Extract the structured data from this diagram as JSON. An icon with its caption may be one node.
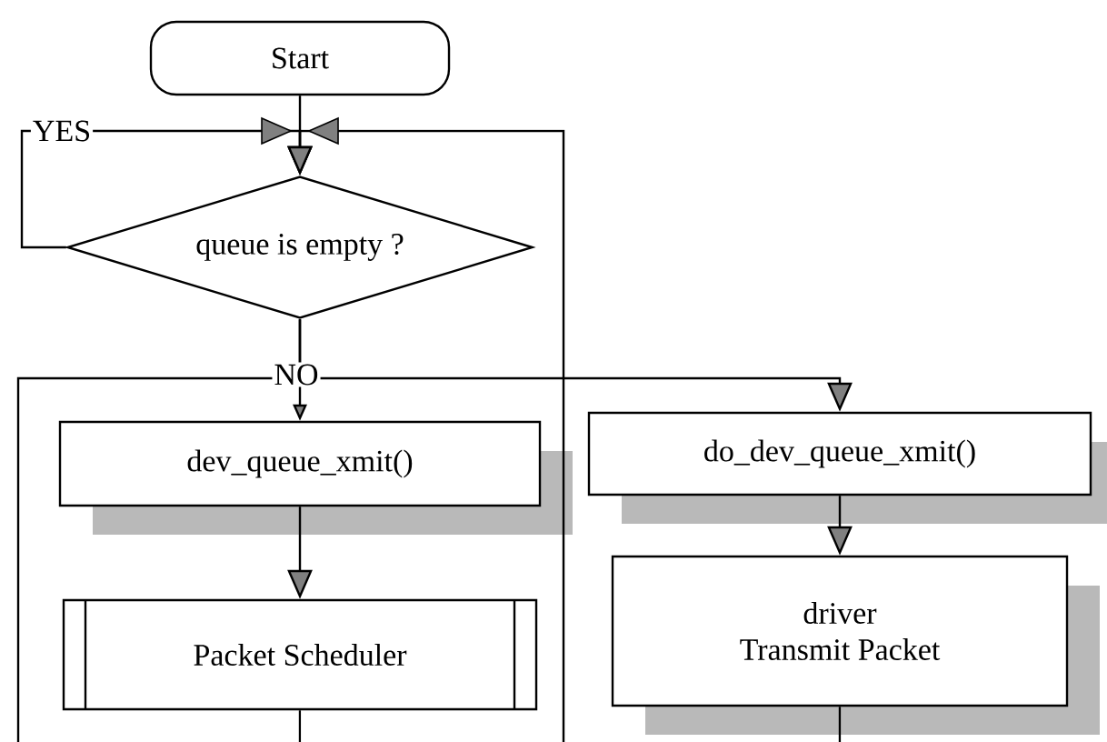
{
  "diagram": {
    "nodes": [
      {
        "text": [
          "Start"
        ]
      },
      {
        "text": [
          "queue is empty ?"
        ]
      },
      {
        "text": [
          "dev_queue_xmit()"
        ]
      },
      {
        "text": [
          "Packet Scheduler"
        ]
      },
      {
        "text": [
          "do_dev_queue_xmit()"
        ]
      },
      {
        "text": [
          "driver",
          "Transmit Packet"
        ]
      }
    ],
    "edges": [
      {
        "from": 0,
        "to": 1,
        "arrow": "to"
      },
      {
        "from": 1,
        "to": 1,
        "arrow": "to",
        "label": "YES"
      },
      {
        "from": 1,
        "to": 2,
        "arrow": "to",
        "label": "NO"
      },
      {
        "from": 1,
        "to": 4,
        "arrow": "to"
      },
      {
        "from": 1,
        "to": null,
        "arrow": "none"
      },
      {
        "from": null,
        "to": 1,
        "arrow": "to"
      },
      {
        "from": 2,
        "to": 3,
        "arrow": "to"
      },
      {
        "from": 3,
        "to": null,
        "arrow": "none"
      },
      {
        "from": 4,
        "to": 5,
        "arrow": "to"
      },
      {
        "from": 5,
        "to": null,
        "arrow": "none"
      }
    ]
  }
}
